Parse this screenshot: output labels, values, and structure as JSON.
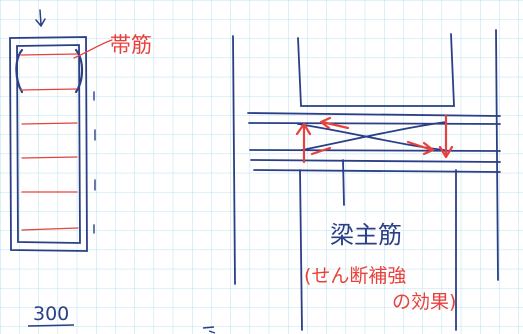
{
  "annotations": {
    "hoop_bar": "帯筋",
    "beam_bar": "梁主筋",
    "shear_note_line1": "(せん断補強",
    "shear_note_line2": "の効果)",
    "dimension": "300"
  },
  "colors": {
    "grid": "#a8d8ec",
    "ink_blue": "#2b3f86",
    "ink_red": "#e8413c",
    "paper": "#ffffff"
  }
}
